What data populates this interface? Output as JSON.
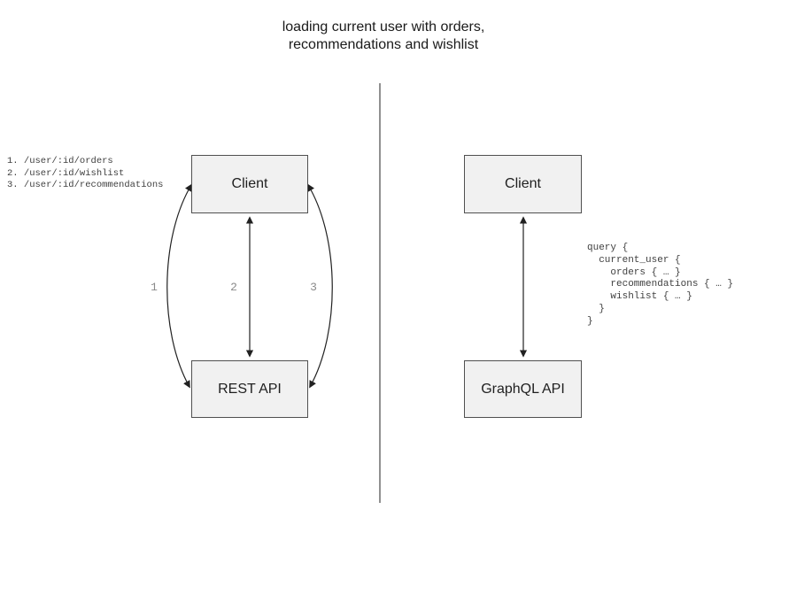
{
  "title": {
    "line1": "loading current user with orders,",
    "line2": "recommendations and wishlist"
  },
  "left_panel": {
    "endpoints": [
      "1. /user/:id/orders",
      "2. /user/:id/wishlist",
      "3. /user/:id/recommendations"
    ],
    "client_label": "Client",
    "api_label": "REST API",
    "arrow_labels": [
      "1",
      "2",
      "3"
    ]
  },
  "right_panel": {
    "client_label": "Client",
    "api_label": "GraphQL API",
    "query_lines": [
      "query {",
      "  current_user {",
      "    orders { … }",
      "    recommendations { … }",
      "    wishlist { … }",
      "  }",
      "}"
    ]
  },
  "colors": {
    "box_fill": "#f1f1f1",
    "box_border": "#505050",
    "arrow": "#212121",
    "divider": "#6b6b6b",
    "muted_label": "#8a8a8a",
    "mono_text": "#404040"
  }
}
